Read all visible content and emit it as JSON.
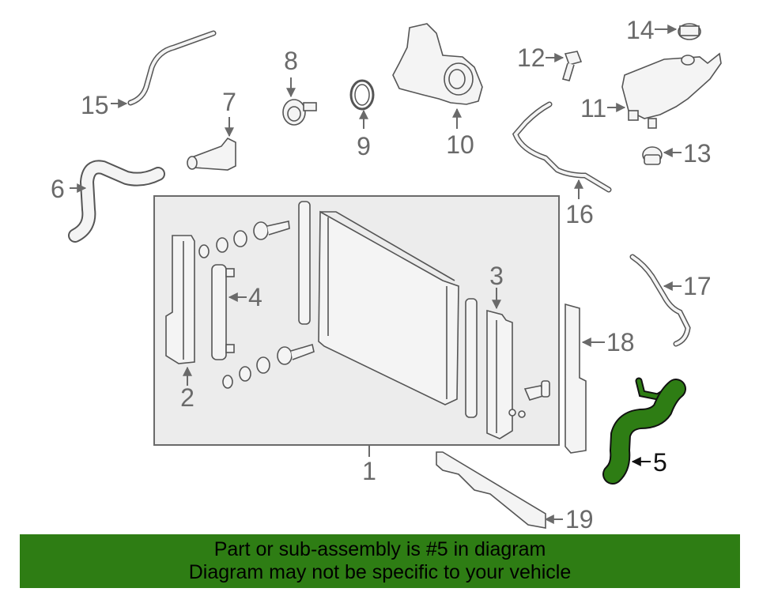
{
  "callouts": [
    "1",
    "2",
    "3",
    "4",
    "5",
    "6",
    "7",
    "8",
    "9",
    "10",
    "11",
    "12",
    "13",
    "14",
    "15",
    "16",
    "17",
    "18",
    "19"
  ],
  "highlight": {
    "part_number": "5",
    "color": "#2e7d14"
  },
  "banner": {
    "line1": "Part or sub-assembly is #5 in diagram",
    "line2": "Diagram may not be specific to your vehicle",
    "background": "#2e7d14"
  }
}
